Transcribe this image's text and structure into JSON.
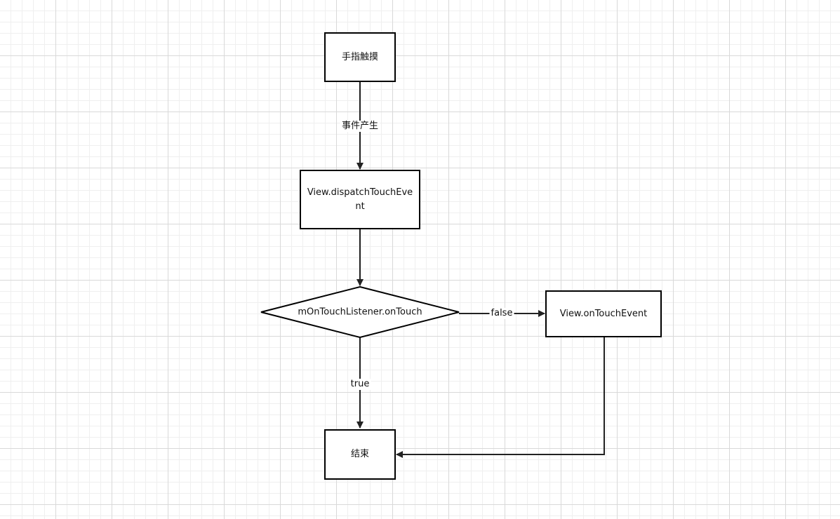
{
  "diagram": {
    "nodes": {
      "start": "手指触摸",
      "dispatch": "View.dispatchTouchEvent",
      "decision": "mOnTouchListener.onTouch",
      "on_touch_event": "View.onTouchEvent",
      "end": "结束"
    },
    "edges": {
      "start_to_dispatch": "事件产生",
      "decision_true": "true",
      "decision_false": "false"
    }
  }
}
